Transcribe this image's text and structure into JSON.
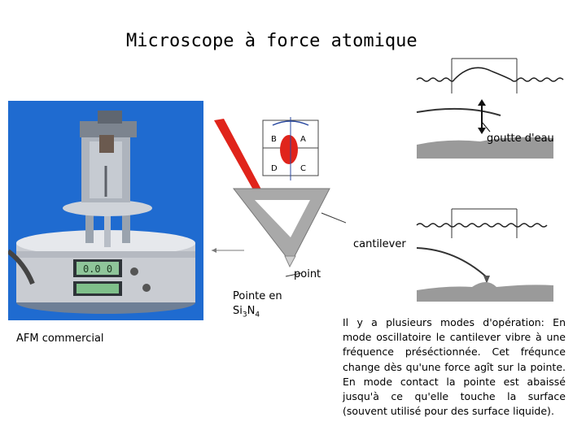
{
  "slide": {
    "title": "Microscope à force atomique",
    "photo_caption": "AFM commercial",
    "tip_label_line1": "Pointe en",
    "tip_label_line2_prefix": "Si",
    "tip_label_sub1": "3",
    "tip_label_mid": "N",
    "tip_label_sub2": "4",
    "label_point": "point",
    "label_cantilever": "cantilever",
    "label_water_drop": "goutte d'eau",
    "quad_labels": [
      "B",
      "A",
      "D",
      "C"
    ],
    "device_display_value": "0.0 0",
    "description": "Il y a plusieurs modes d'opération: En mode oscillatoire le cantilever vibre à une fréquence préséctionnée. Cet fréqunce change dès qu'une force agît sur la pointe. En mode contact la pointe est abaissé jusqu'à ce qu'elle touche la surface (souvent utilisé pour des surface liquide)."
  },
  "colors": {
    "photo_background": "#1f6bd0",
    "laser": "#e0241b",
    "cantilever_gray": "#a9a9a9",
    "sample_gray": "#9a9a9a"
  }
}
